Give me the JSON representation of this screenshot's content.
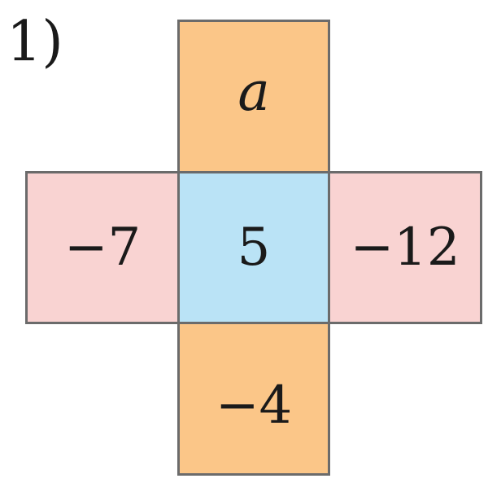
{
  "problem_label": "1)",
  "cells": {
    "top": {
      "value": "a",
      "color": "#fbc688"
    },
    "left": {
      "value": "−7",
      "color": "#f9d3d2"
    },
    "center": {
      "value": "5",
      "color": "#bae3f6"
    },
    "right": {
      "value": "−12",
      "color": "#f9d3d2"
    },
    "bottom": {
      "value": "−4",
      "color": "#fbc688"
    }
  },
  "colors": {
    "border": "#6b6b6b",
    "text": "#1a1a1a"
  }
}
